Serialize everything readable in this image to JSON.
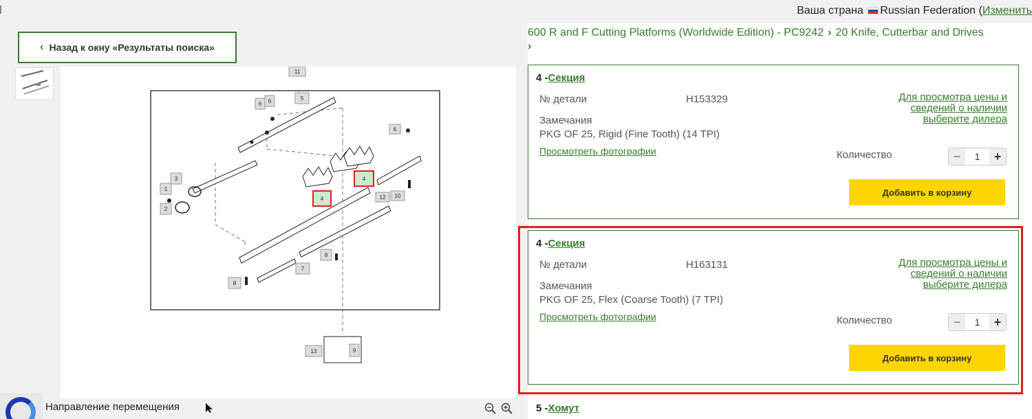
{
  "header": {
    "country_label": "Ваша страна",
    "country_name": "Russian Federation",
    "change_link": "Изменить"
  },
  "back_button": {
    "label": "Назад к окну «Результаты поиска»"
  },
  "breadcrumb": {
    "item1": "600 R and F Cutting Platforms (Worldwide Edition) - PC9242",
    "item2": "20 Knife, Cutterbar and Drives"
  },
  "diagram": {
    "callouts": [
      "11",
      "5",
      "6",
      "6",
      "6",
      "3",
      "1",
      "2",
      "4",
      "4",
      "12",
      "10",
      "8",
      "7",
      "8",
      "13",
      "9"
    ]
  },
  "parts": [
    {
      "number": "4 -",
      "name": "Секция",
      "part_no_label": "№ детали",
      "part_no": "H153329",
      "notes_label": "Замечания",
      "notes": "PKG OF 25, Rigid (Fine Tooth) (14 TPI)",
      "photos_link": "Просмотреть фотографии",
      "price_link": "Для просмотра цены и сведений о наличии выберите дилера",
      "qty_label": "Количество",
      "qty": "1",
      "add_label": "Добавить в корзину"
    },
    {
      "number": "4 -",
      "name": "Секция",
      "part_no_label": "№ детали",
      "part_no": "H163131",
      "notes_label": "Замечания",
      "notes": "PKG OF 25, Flex (Coarse Tooth) (7 TPI)",
      "photos_link": "Просмотреть фотографии",
      "price_link": "Для просмотра цены и сведений о наличии выберите дилера",
      "qty_label": "Количество",
      "qty": "1",
      "add_label": "Добавить в корзину"
    }
  ],
  "next_part": {
    "number": "5 -",
    "name": "Хомут"
  },
  "footer": {
    "nav_label": "Направление перемещения"
  },
  "colors": {
    "accent": "#367c2b",
    "button": "#ffd500",
    "highlight": "#e02020"
  }
}
